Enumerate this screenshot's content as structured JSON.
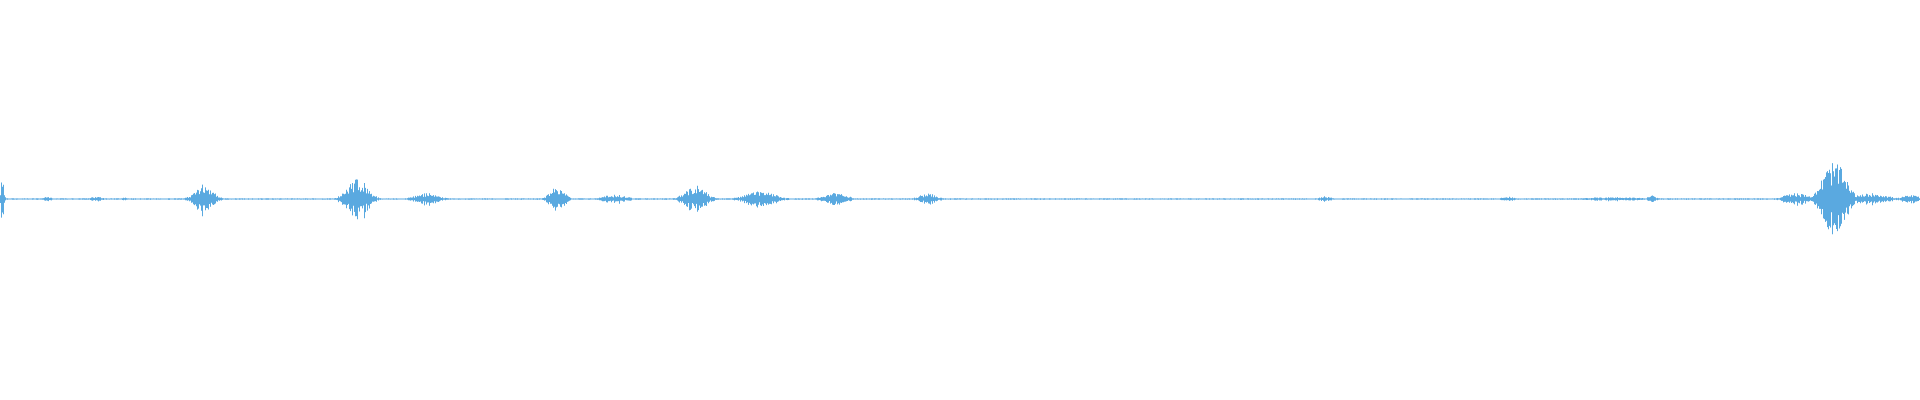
{
  "waveform": {
    "color": "#5aa9e0",
    "background": "#ffffff",
    "duration_fraction_bursts": [
      {
        "center": 0.001,
        "amplitude": 0.1,
        "width": 0.0012
      },
      {
        "center": 0.024,
        "amplitude": 0.01,
        "width": 0.004
      },
      {
        "center": 0.05,
        "amplitude": 0.012,
        "width": 0.004
      },
      {
        "center": 0.065,
        "amplitude": 0.008,
        "width": 0.003
      },
      {
        "center": 0.106,
        "amplitude": 0.08,
        "width": 0.006
      },
      {
        "center": 0.186,
        "amplitude": 0.105,
        "width": 0.007
      },
      {
        "center": 0.222,
        "amplitude": 0.03,
        "width": 0.008
      },
      {
        "center": 0.29,
        "amplitude": 0.06,
        "width": 0.005
      },
      {
        "center": 0.32,
        "amplitude": 0.022,
        "width": 0.008
      },
      {
        "center": 0.362,
        "amplitude": 0.07,
        "width": 0.007
      },
      {
        "center": 0.396,
        "amplitude": 0.04,
        "width": 0.01
      },
      {
        "center": 0.435,
        "amplitude": 0.03,
        "width": 0.008
      },
      {
        "center": 0.483,
        "amplitude": 0.028,
        "width": 0.006
      },
      {
        "center": 0.69,
        "amplitude": 0.014,
        "width": 0.004
      },
      {
        "center": 0.785,
        "amplitude": 0.012,
        "width": 0.004
      },
      {
        "center": 0.84,
        "amplitude": 0.01,
        "width": 0.02
      },
      {
        "center": 0.86,
        "amplitude": 0.018,
        "width": 0.003
      },
      {
        "center": 0.935,
        "amplitude": 0.03,
        "width": 0.008
      },
      {
        "center": 0.955,
        "amplitude": 0.19,
        "width": 0.008
      },
      {
        "center": 0.975,
        "amplitude": 0.03,
        "width": 0.01
      },
      {
        "center": 0.995,
        "amplitude": 0.02,
        "width": 0.006
      }
    ],
    "gap_fractions": [
      0.258,
      0.262
    ]
  }
}
